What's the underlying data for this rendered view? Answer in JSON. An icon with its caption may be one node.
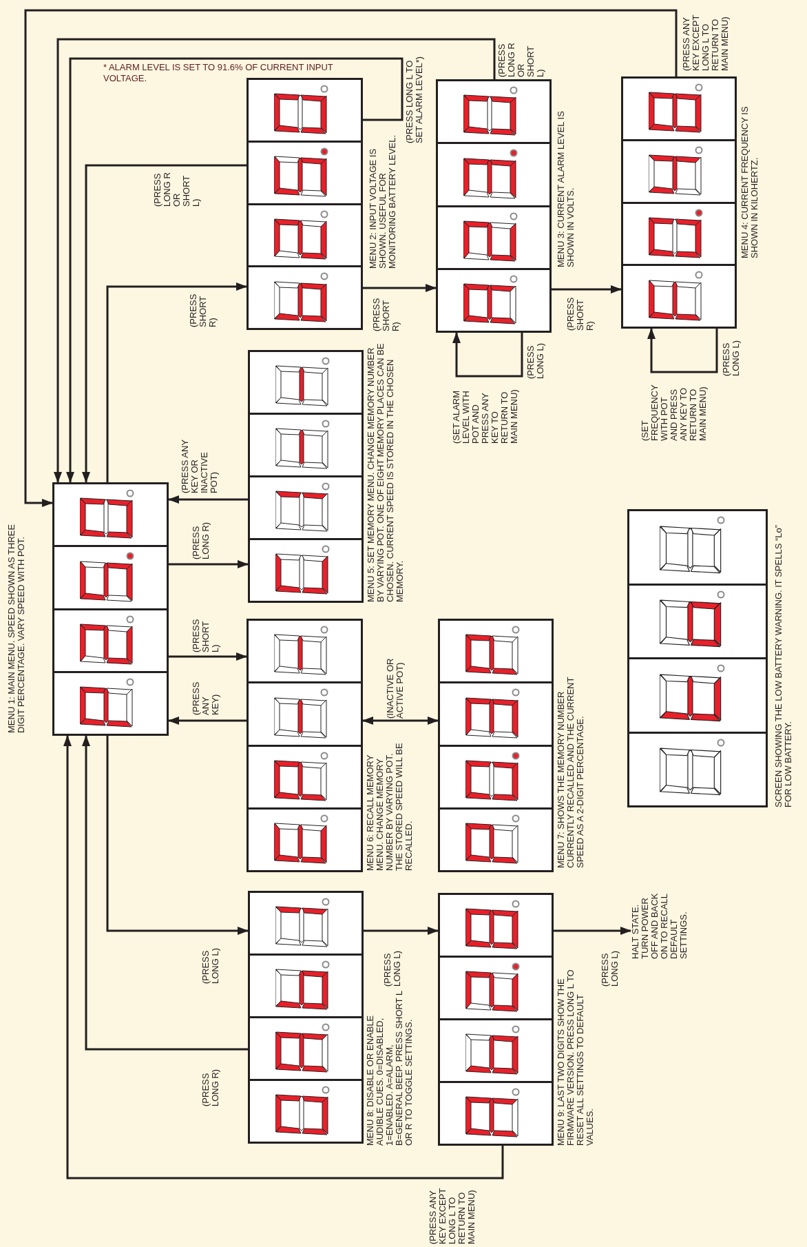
{
  "diagram": {
    "nodes": [
      {
        "text": [],
        "shape": "box",
        "beside": [
          "MENU 1: MAIN MENU. SPEED SHOWN AS THREE DIGIT PERCENTAGE. VARY SPEED WITH POT."
        ]
      },
      {
        "text": [],
        "shape": "box",
        "beside": [
          "MENU 2: INPUT VOLTAGE IS SHOWN. USEFUL FOR MONITORING BATTERY LEVEL."
        ]
      },
      {
        "text": [],
        "shape": "box",
        "beside": [
          "MENU 3: CURRENT ALARM LEVEL IS SHOWN IN VOLTS."
        ]
      },
      {
        "text": [],
        "shape": "box",
        "beside": [
          "MENU 4: CURRENT FREQUENCY IS SHOWN IN KILOHERTZ."
        ]
      },
      {
        "text": [],
        "shape": "box",
        "beside": [
          "MENU 5: SET MEMORY MENU. CHANGE MEMORY NUMBER BY VARYING POT. ONE OF EIGHT MEMORY PLACES CAN BE CHOSEN. CURRENT SPEED IS STORED IN THE CHOSEN MEMORY."
        ]
      },
      {
        "text": [],
        "shape": "box",
        "beside": [
          "MENU 6: RECALL MEMORY MENU. CHANGE MEMORY NUMBER BY VARYING POT. THE STORED SPEED WILL BE RECALLED."
        ]
      },
      {
        "text": [],
        "shape": "box",
        "beside": [
          "MENU 7: SHOWS THE MEMORY NUMBER CURRENTLY RECALLED AND THE CURRENT SPEED AS A 2-DIGIT PERCENTAGE."
        ]
      },
      {
        "text": [],
        "shape": "box",
        "beside": [
          "MENU 8: DISABLE OR ENABLE AUDIBLE CUES. 0=DISABLED, 1=ENABLED. A=ALARM, B=GENERAL BEEP. PRESS SHORT L OR R TO TOGGLE SETTINGS."
        ]
      },
      {
        "text": [],
        "shape": "box",
        "beside": [
          "MENU 9: LAST TWO DIGITS SHOW THE FIRMWARE VERSION. PRESS LONG L TO RESET ALL SETTINGS TO DEFAULT VALUES."
        ]
      },
      {
        "text": [
          "HALT STATE. TURN POWER OFF AND BACK ON TO RECALL DEFAULT SETTINGS."
        ]
      },
      {
        "text": [],
        "shape": "box",
        "beside": [
          "SCREEN SHOWING THE LOW BATTERY WARNING. IT SPELLS “Lo” FOR LOW BATTERY."
        ]
      }
    ],
    "edges": [
      {
        "from": 0,
        "to": 1,
        "arrow": "to",
        "label": "(PRESS SHORT R)"
      },
      {
        "from": 1,
        "to": 0,
        "arrow": "to",
        "label": "(PRESS LONG R OR SHORT L)"
      },
      {
        "from": 1,
        "to": 0,
        "arrow": "to",
        "label": "(PRESS LONG L TO SET ALARM LEVEL*)"
      },
      {
        "from": 1,
        "to": 2,
        "arrow": "to",
        "label": "(PRESS SHORT R)"
      },
      {
        "from": 2,
        "to": 0,
        "arrow": "to",
        "label": "(PRESS LONG R OR SHORT L)"
      },
      {
        "from": 2,
        "to": 2,
        "arrow": "to",
        "label": "(PRESS LONG L)"
      },
      {
        "from": 2,
        "to": 3,
        "arrow": "to",
        "label": "(PRESS SHORT R)"
      },
      {
        "from": 3,
        "to": 3,
        "arrow": "to",
        "label": "(PRESS LONG L)"
      },
      {
        "from": 3,
        "to": 0,
        "arrow": "to",
        "label": "(PRESS ANY KEY EXCEPT LONG L TO RETURN TO MAIN MENU)"
      },
      {
        "from": 4,
        "to": 0,
        "arrow": "to",
        "label": "(PRESS ANY KEY OR INACTIVE POT)"
      },
      {
        "from": 0,
        "to": 4,
        "arrow": "to",
        "label": "(PRESS LONG R)"
      },
      {
        "from": 0,
        "to": 5,
        "arrow": "to",
        "label": "(PRESS SHORT L)"
      },
      {
        "from": 5,
        "to": 0,
        "arrow": "to",
        "label": "(PRESS ANY KEY)"
      },
      {
        "from": 5,
        "to": 6,
        "arrow": "both",
        "label": "(INACTIVE OR ACTIVE POT)"
      },
      {
        "from": 0,
        "to": 7,
        "arrow": "to",
        "label": "(PRESS LONG L)"
      },
      {
        "from": 7,
        "to": 0,
        "arrow": "to",
        "label": "(PRESS LONG R)"
      },
      {
        "from": 7,
        "to": 8,
        "arrow": "to",
        "label": "(PRESS LONG L)"
      },
      {
        "from": 8,
        "to": 9,
        "arrow": "to",
        "label": "(PRESS LONG L)"
      },
      {
        "from": 8,
        "to": 0,
        "arrow": "to",
        "label": "(PRESS ANY KEY EXCEPT LONG L TO RETURN TO MAIN MENU)"
      }
    ],
    "labels": [
      "* ALARM LEVEL IS SET TO 91.6% OF CURRENT INPUT VOLTAGE.",
      "(SET ALARM LEVEL WITH POT AND PRESS ANY KEY TO RETURN TO MAIN MENU)",
      "(SET FREQUENCY WITH POT AND PRESS ANY KEY TO RETURN TO MAIN MENU)"
    ]
  }
}
